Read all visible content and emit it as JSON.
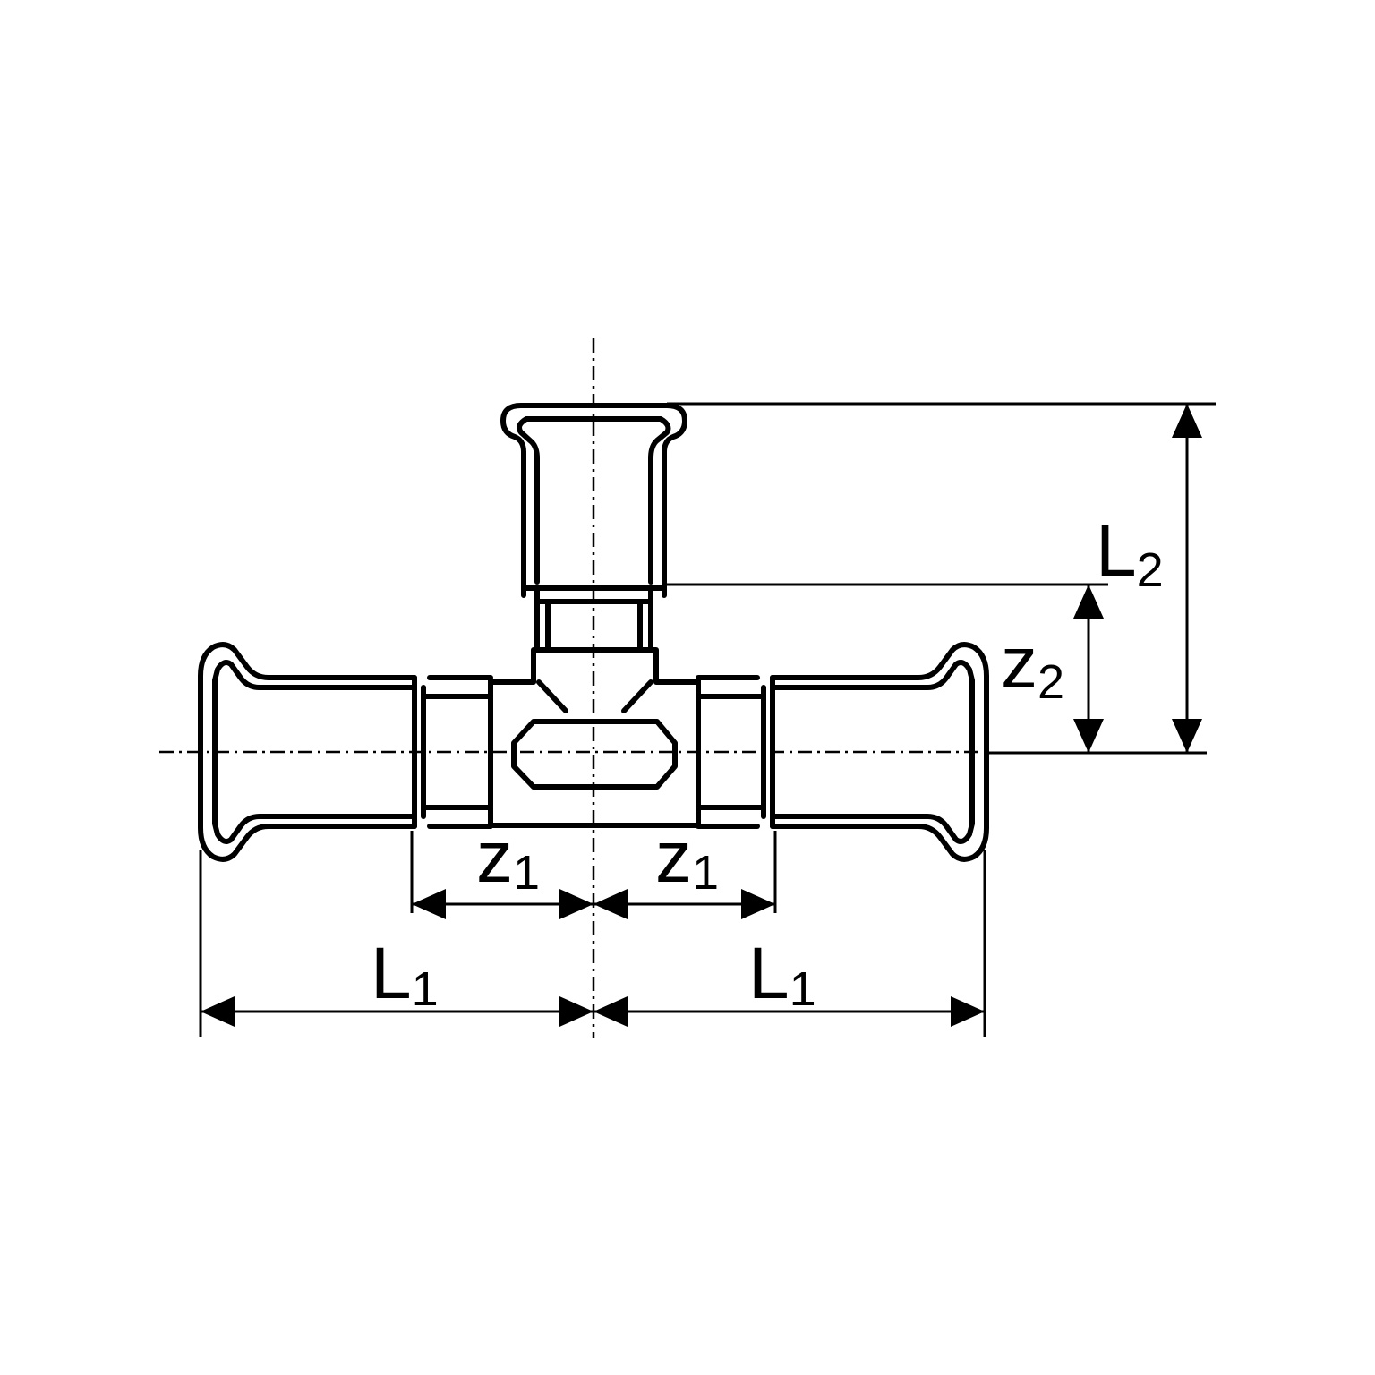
{
  "figure": {
    "labels": {
      "l1_left": {
        "main": "L",
        "sub": "1"
      },
      "l1_right": {
        "main": "L",
        "sub": "1"
      },
      "z1_left": {
        "main": "z",
        "sub": "1"
      },
      "z1_right": {
        "main": "z",
        "sub": "1"
      },
      "l2": {
        "main": "L",
        "sub": "2"
      },
      "z2": {
        "main": "z",
        "sub": "2"
      }
    },
    "colors": {
      "line": "#000000",
      "background": "#ffffff"
    }
  }
}
